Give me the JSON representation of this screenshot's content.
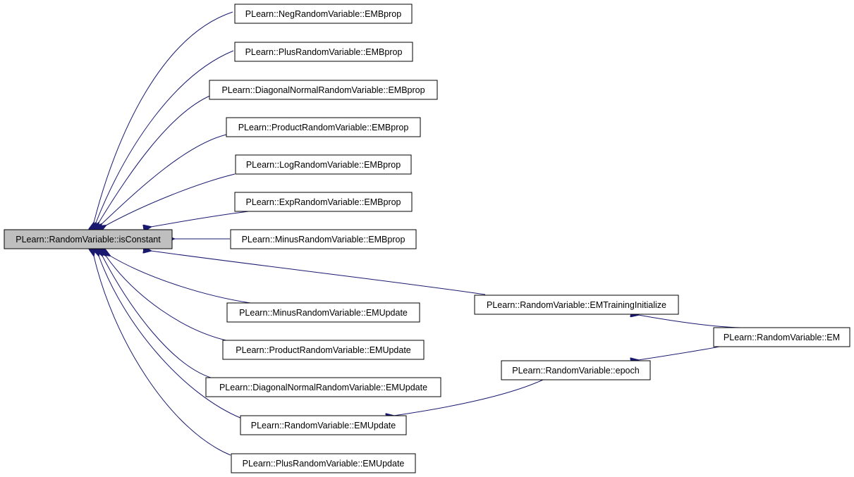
{
  "colors": {
    "edge": "#191970",
    "root_fill": "#bfbfbf",
    "node_fill": "#ffffff",
    "node_border": "#000000"
  },
  "nodes": {
    "root": "PLearn::RandomVariable::isConstant",
    "neg_embprop": "PLearn::NegRandomVariable::EMBprop",
    "plus_embprop": "PLearn::PlusRandomVariable::EMBprop",
    "diag_embprop": "PLearn::DiagonalNormalRandomVariable::EMBprop",
    "product_embprop": "PLearn::ProductRandomVariable::EMBprop",
    "log_embprop": "PLearn::LogRandomVariable::EMBprop",
    "exp_embprop": "PLearn::ExpRandomVariable::EMBprop",
    "minus_embprop": "PLearn::MinusRandomVariable::EMBprop",
    "em_training_initialize": "PLearn::RandomVariable::EMTrainingInitialize",
    "minus_emupdate": "PLearn::MinusRandomVariable::EMUpdate",
    "em": "PLearn::RandomVariable::EM",
    "product_emupdate": "PLearn::ProductRandomVariable::EMUpdate",
    "epoch": "PLearn::RandomVariable::epoch",
    "diag_emupdate": "PLearn::DiagonalNormalRandomVariable::EMUpdate",
    "rv_emupdate": "PLearn::RandomVariable::EMUpdate",
    "plus_emupdate": "PLearn::PlusRandomVariable::EMUpdate"
  }
}
